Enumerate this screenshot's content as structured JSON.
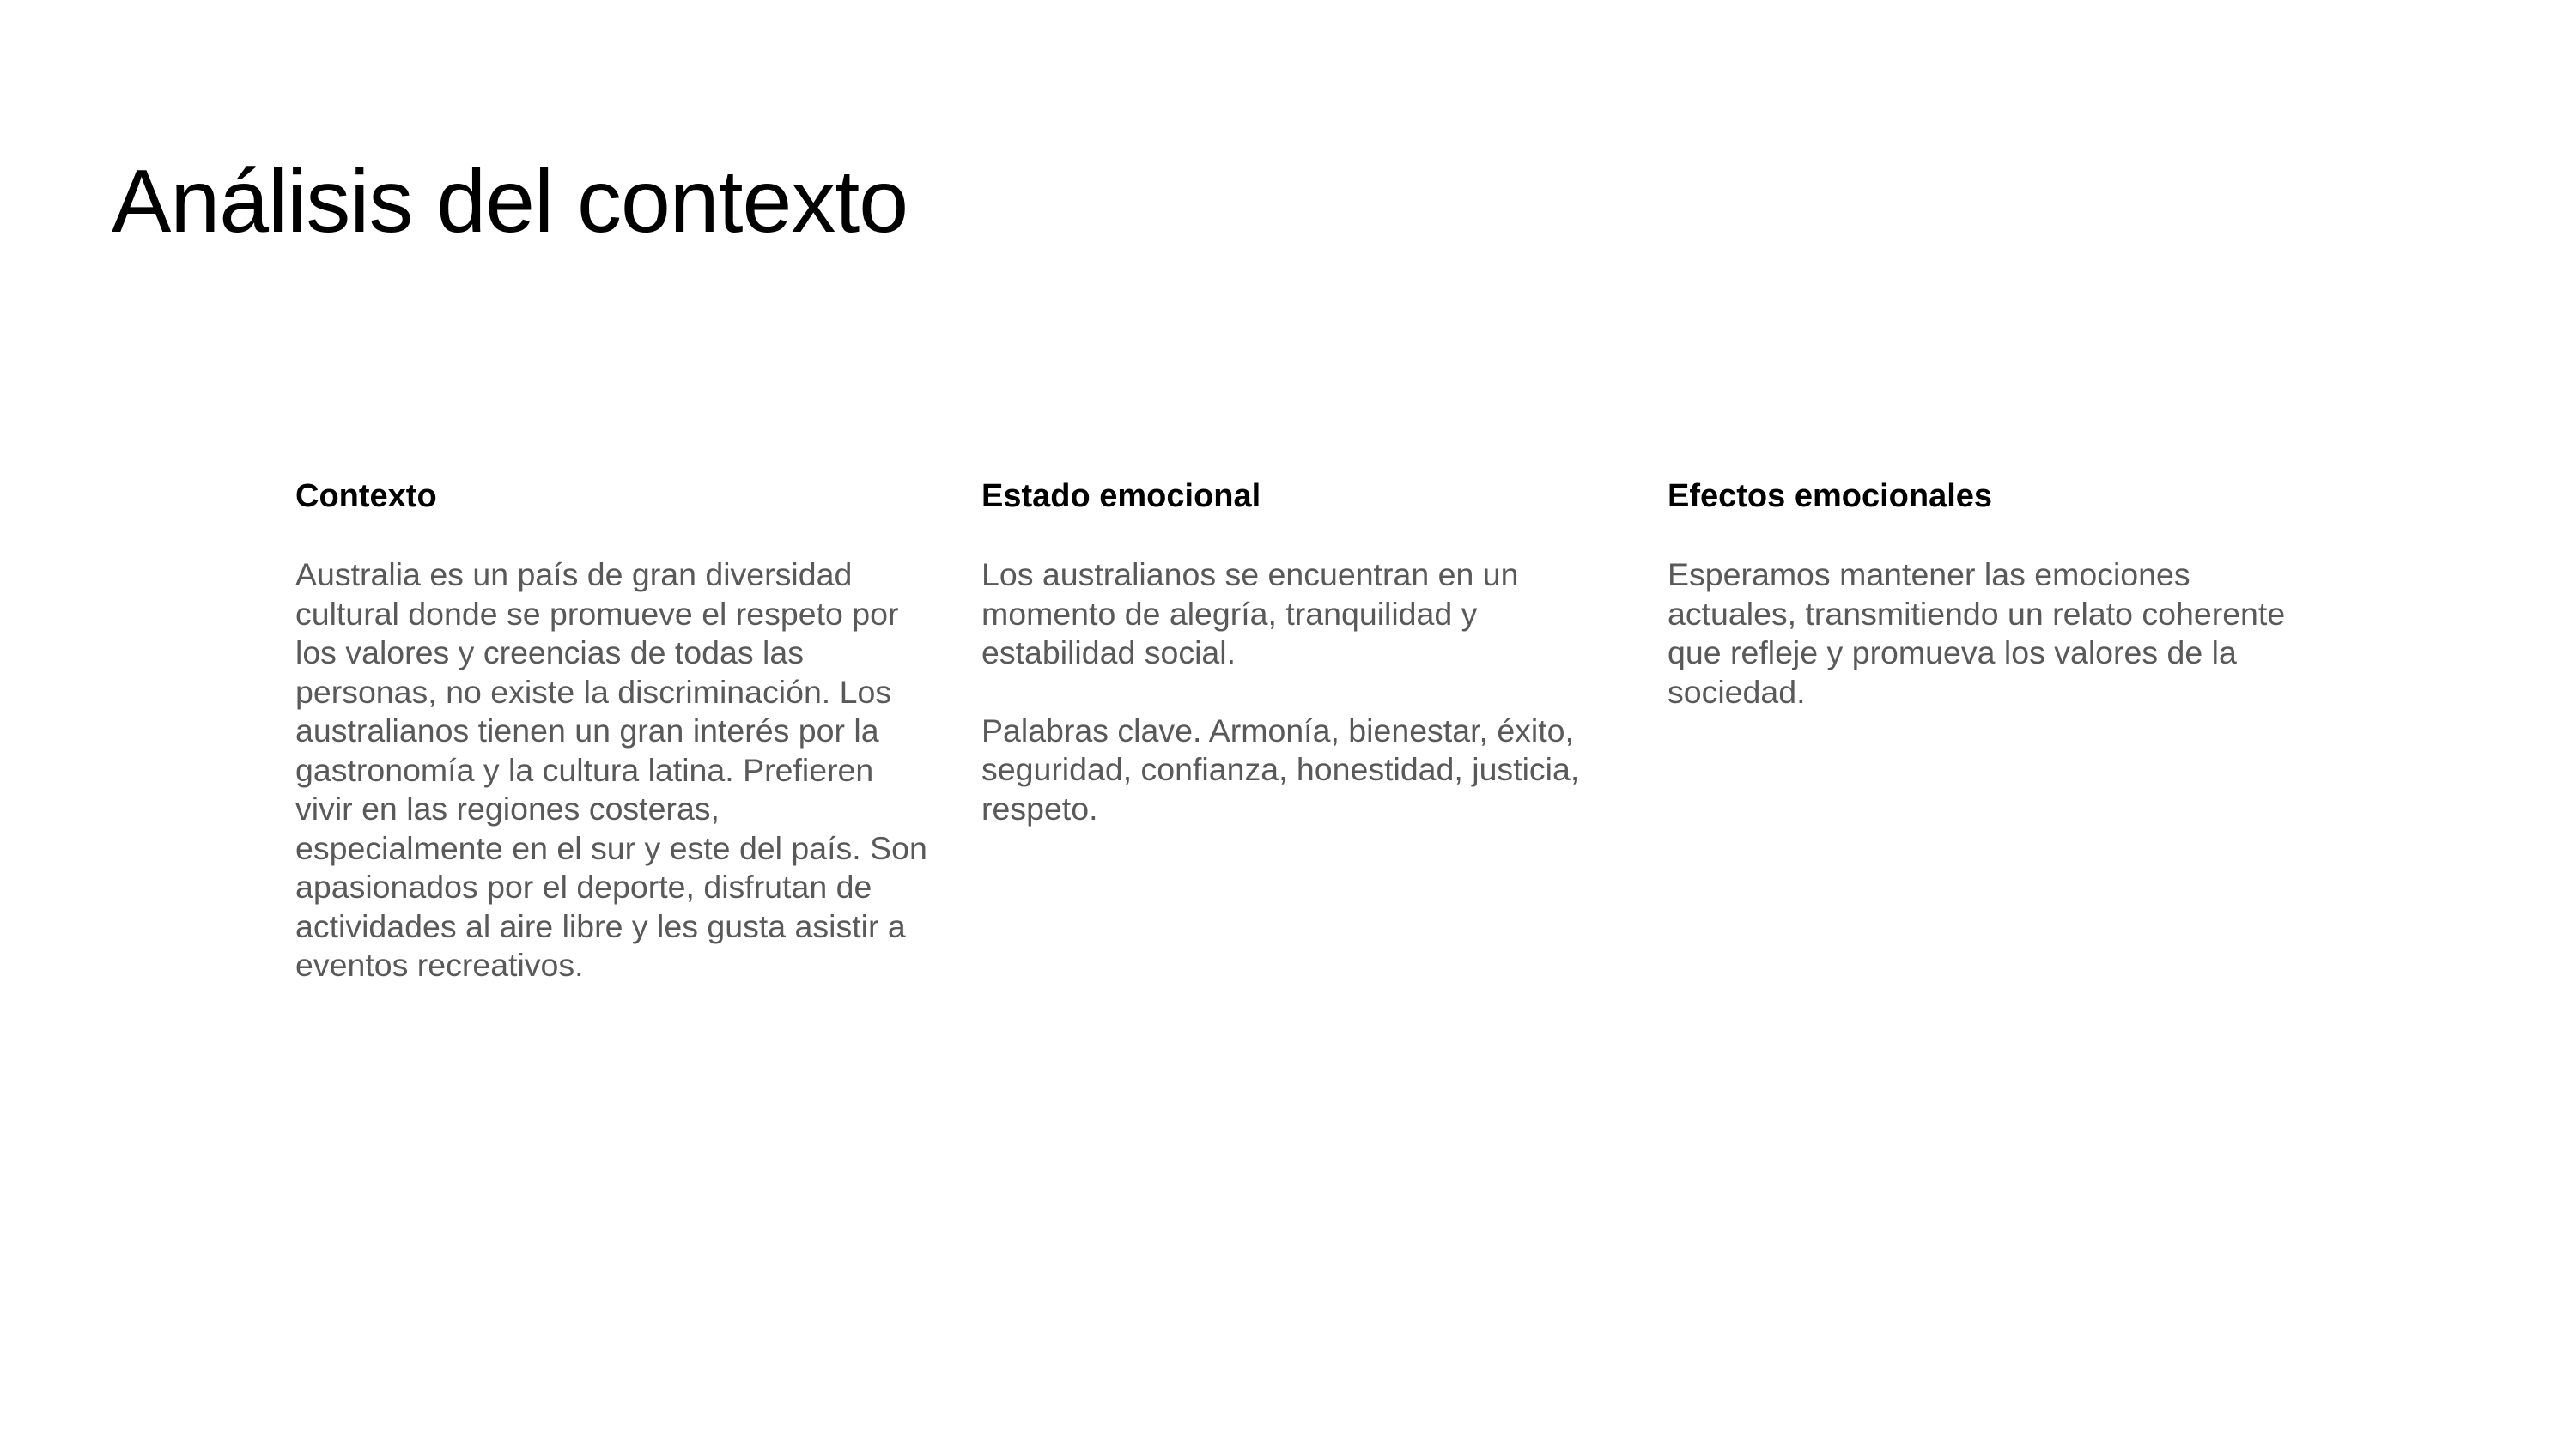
{
  "slide": {
    "title": "Análisis del contexto",
    "columns": [
      {
        "heading": "Contexto",
        "paragraphs": [
          "Australia es un país de gran diversidad cultural donde se promueve el respeto por los valores y creencias de todas las personas, no existe la discriminación. Los australianos tienen un gran interés por la gastronomía y la cultura latina. Prefieren vivir en las regiones costeras, especialmente en el sur y este del país. Son apasionados por el deporte, disfrutan de actividades al aire libre y les gusta asistir a eventos recreativos."
        ]
      },
      {
        "heading": "Estado emocional",
        "paragraphs": [
          "Los australianos se encuentran en un momento de alegría, tranquilidad y estabilidad social.",
          "Palabras clave. Armonía, bienestar, éxito, seguridad, confianza, honestidad, justicia, respeto."
        ]
      },
      {
        "heading": "Efectos emocionales",
        "paragraphs": [
          "Esperamos mantener las emociones actuales, transmitiendo un relato coherente que refleje y promueva los valores de la sociedad."
        ]
      }
    ]
  }
}
